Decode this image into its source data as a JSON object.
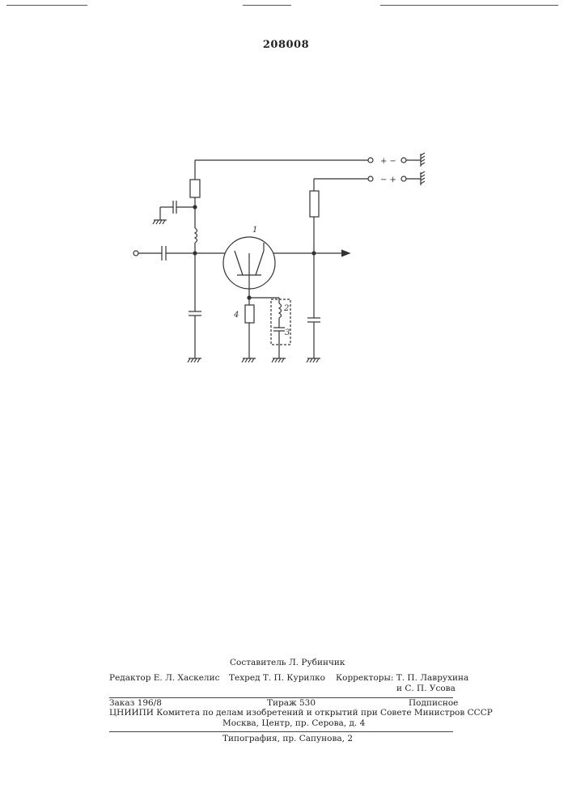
{
  "header": {
    "patent_number": "208008"
  },
  "diagram": {
    "terminal_top": "+ −",
    "terminal_bottom": "− +",
    "label_transistor": "1",
    "label_inductor": "2",
    "label_capacitor": "3",
    "label_resistor": "4"
  },
  "imprint": {
    "compiler": "Составитель Л. Рубинчик",
    "editor": "Редактор Е. Л. Хаскелис",
    "techred": "Техред Т. П. Курилко",
    "correctors_1": "Корректоры: Т. П. Лаврухина",
    "correctors_2": "и С. П. Усова",
    "order": "Заказ 196/8",
    "circulation": "Тираж 530",
    "subscription": "Подписное",
    "institute": "ЦНИИПИ Комитета по делам изобретений и открытий при Совете Министров СССР",
    "address": "Москва, Центр, пр. Серова, д. 4",
    "printing": "Типография, пр. Сапунова, 2"
  }
}
